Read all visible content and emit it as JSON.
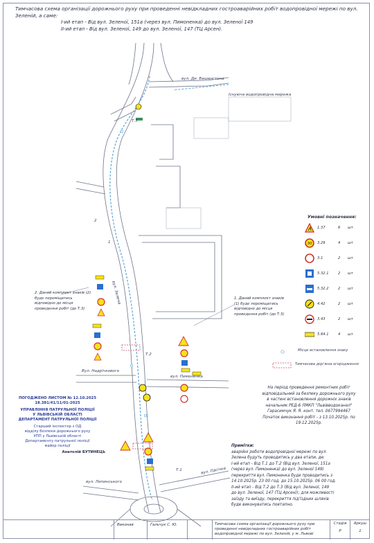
{
  "header": {
    "title": "Тимчасова схема організації дорожнього руху при проведенні невідкладних гостроаварійних робіт водопровідної мережі по вул. Зеленій, а саме:",
    "stage1": "І-ий етап - Від вул. Зеленої, 151а (через вул. Пимоненка) до вул. Зеленої 149",
    "stage2": "ІІ-ий етап - Від вул. Зеленої, 149 до вул. Зеленої, 147 (ТЦ Арсен)."
  },
  "map_labels": {
    "street_top": "вул. Ди. Вашингтона",
    "water_network": "Існуюча водопровідна мережа",
    "street_zelena": "вул. Зелена",
    "street_nadrichkovoho": "Вул. Надрічкового",
    "street_pymonenka": "вул. Пимоненка",
    "street_lypynskoho": "вул. Липинського",
    "street_pasichna": "вул. Пасічна",
    "num_1": "1",
    "num_2": "2",
    "t1": "Т.1",
    "t2": "Т.2",
    "t3": "Т.3"
  },
  "callouts": {
    "left": "2. Даний комплект знаків (2) буде переміщатись відповідно до місця проведення робіт (до Т.3)",
    "right": "1. Даний комплект знаків (1) буде переміщатись відповідно до місця проведення робіт (до Т.3)"
  },
  "legend": {
    "title": "Умовні позначення:",
    "items": [
      {
        "code": "1.37",
        "qty": "6",
        "unit": "шт"
      },
      {
        "code": "3.29",
        "qty": "4",
        "unit": "шт"
      },
      {
        "code": "3.1",
        "qty": "2",
        "unit": "шт"
      },
      {
        "code": "5.32.1",
        "qty": "2",
        "unit": "шт"
      },
      {
        "code": "5.32.2",
        "qty": "2",
        "unit": "шт"
      },
      {
        "code": "4.42",
        "qty": "2",
        "unit": "шт"
      },
      {
        "code": "3.43",
        "qty": "2",
        "unit": "шт"
      },
      {
        "code": "5.64.1",
        "qty": "4",
        "unit": "шт"
      }
    ],
    "sign_place": "Місце встановлення знаку",
    "fence": "Тимчасова дор'жна огородження"
  },
  "note_main": [
    "На період проведення ремонтних робіт",
    "відповідальний за безпеку дорожнього руху",
    "в частині встановлення дорожніх знаків",
    "начальник РЕД-6 ЛМКП \"Львівводоканал\"",
    "Гарасимчук Я. Я. конт. тел. 0677994467",
    "Початок виконання робіт - з 13.10.2025р. по",
    "19.12.2025р."
  ],
  "notes": {
    "title": "Примітки:",
    "lines": [
      "аварійні роботи водопровідної мережі по вул.",
      "Зелена будуть проводитись у два етапи, де:",
      "І-ий етап - Від Т.1 до Т.2 (Від вул. Зеленої, 151а",
      "(через вул. Пимоненка) до вул. Зеленої 149)",
      "перекриття вул. Пимоненка буде проводитись з",
      "14.10.2025р. 23 00 год. до 15.10.2025р. 06 00 год.",
      "ІІ-ий етап - Від Т.2 до Т.3 (Від вул. Зеленої, 149",
      "до вул. Зеленої, 147 (ТЦ Арсен)); для можливості",
      "заїзду та виїзду, перекриття під'їздних шляхів",
      "буде виконуватись поетапно."
    ]
  },
  "stamp": {
    "lines": [
      "ПОГОДЖЕНО ЛИСТОМ № 12.10.2025",
      "18.381/41/11/01-2025",
      "УПРАВЛІННЯ ПАТРУЛЬНОЇ ПОЛІЦІЇ",
      "У ЛЬВІВСЬКІЙ ОБЛАСТІ",
      "ДЕПАРТАМЕНТ ПАТРУЛЬНОЇ ПОЛІЦІЇ",
      "Старший інспектор з ОД",
      "відділу безпеки дорожнього руху",
      "УПП у Львівській області",
      "Департаменту патрульної поліції",
      "майор поліції"
    ],
    "signer": "Анатолій БУТИНЕЦЬ"
  },
  "title_block": {
    "role": "Виконав",
    "name": "Гальчук С. Ю.",
    "caption": "Тимчасова схема організації дорожнього руху при проведенні невідкладних гостроаварійних робіт водопровідної мережі по вул. Зеленій, у м. Львові",
    "stage_label": "Стадія",
    "stage_value": "Р",
    "sheet_label": "Аркуш",
    "sheet_value": "1"
  }
}
